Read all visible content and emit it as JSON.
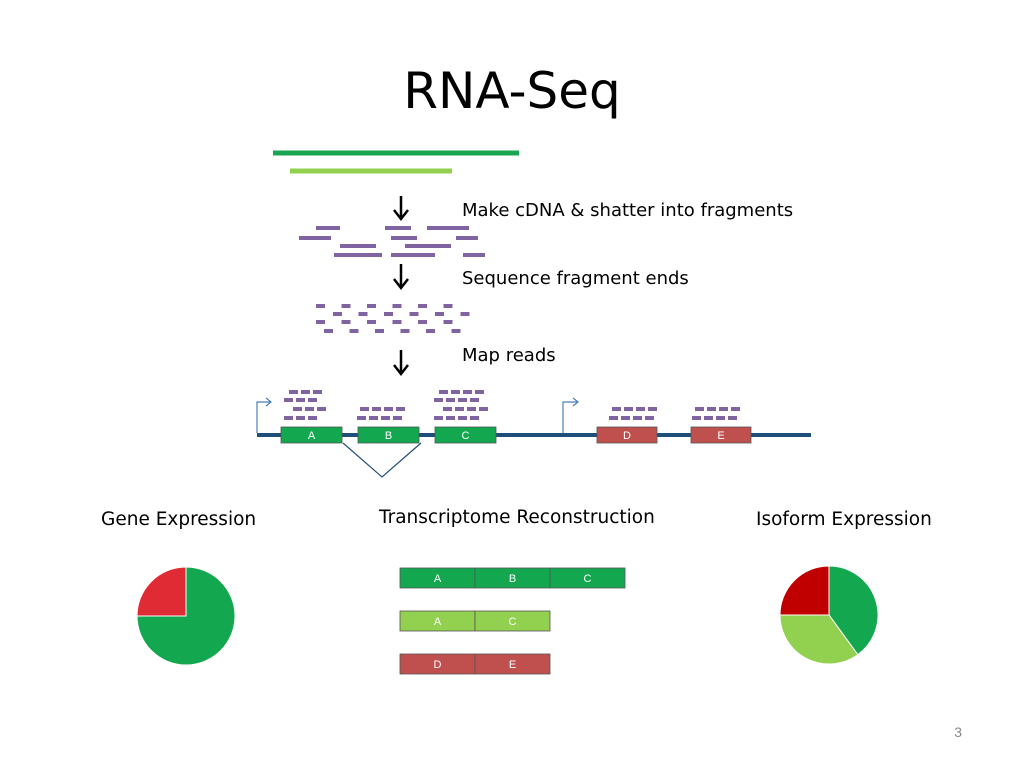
{
  "title": "RNA-Seq",
  "steps": [
    "Make cDNA & shatter into fragments",
    "Sequence fragment ends",
    "Map reads"
  ],
  "exons": [
    {
      "label": "A",
      "color": "#13a84f"
    },
    {
      "label": "B",
      "color": "#13a84f"
    },
    {
      "label": "C",
      "color": "#13a84f"
    },
    {
      "label": "D",
      "color": "#c0504d"
    },
    {
      "label": "E",
      "color": "#c0504d"
    }
  ],
  "sections": {
    "gene_expression": "Gene Expression",
    "transcriptome_reconstruction": "Transcriptome Reconstruction",
    "isoform_expression": "Isoform Expression"
  },
  "transcripts": [
    {
      "segments": [
        "A",
        "B",
        "C"
      ],
      "color": "#13a84f"
    },
    {
      "segments": [
        "A",
        "C"
      ],
      "color": "#92d050"
    },
    {
      "segments": [
        "D",
        "E"
      ],
      "color": "#c0504d"
    }
  ],
  "chart_data": [
    {
      "type": "pie",
      "slices": [
        {
          "value": 75,
          "color": "#13a84f"
        },
        {
          "value": 25,
          "color": "#e02b35"
        }
      ]
    },
    {
      "type": "pie",
      "slices": [
        {
          "value": 40,
          "color": "#13a84f"
        },
        {
          "value": 35,
          "color": "#92d050"
        },
        {
          "value": 25,
          "color": "#c00000"
        }
      ]
    }
  ],
  "colors": {
    "rna_dark": "#1aa650",
    "rna_light": "#92d050",
    "fragment": "#8064a2",
    "genome": "#1f4e79",
    "junction": "#1f4e79"
  },
  "page_number": "3"
}
